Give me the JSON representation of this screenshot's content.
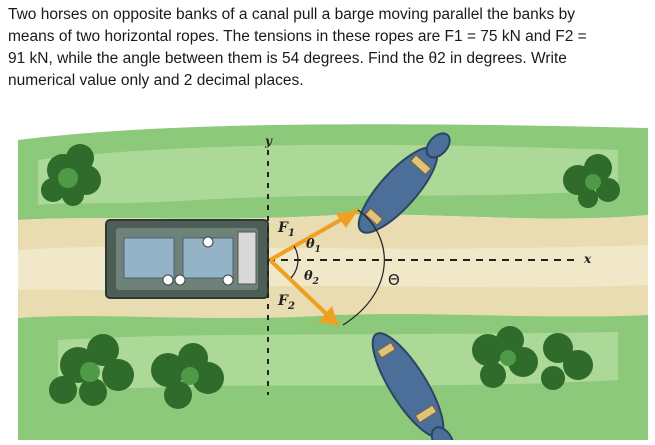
{
  "question": {
    "lines": [
      "Two horses on opposite banks of a canal pull a barge moving parallel the banks by",
      "means of two horizontal ropes. The tensions in these ropes are F1 = 75 kN and F2 =",
      "91 kN, while the angle between them is 54 degrees. Find the θ2 in degrees. Write",
      "numerical value only and 2 decimal places."
    ]
  },
  "figure": {
    "labels": {
      "y_axis": "y",
      "x_axis": "x",
      "force1": "F",
      "force1_sub": "1",
      "force2": "F",
      "force2_sub": "2",
      "theta1": "θ",
      "theta1_sub": "1",
      "theta2": "θ",
      "theta2_sub": "2",
      "theta": "Θ"
    },
    "colors": {
      "water": "#e9dcb0",
      "bank": "#8cc97a",
      "bank_light": "#b9e0a4",
      "rope": "#f0a020",
      "tree": "#2f6b2a",
      "barge": "#4d5e57",
      "horse": "#4c6f9a"
    }
  }
}
